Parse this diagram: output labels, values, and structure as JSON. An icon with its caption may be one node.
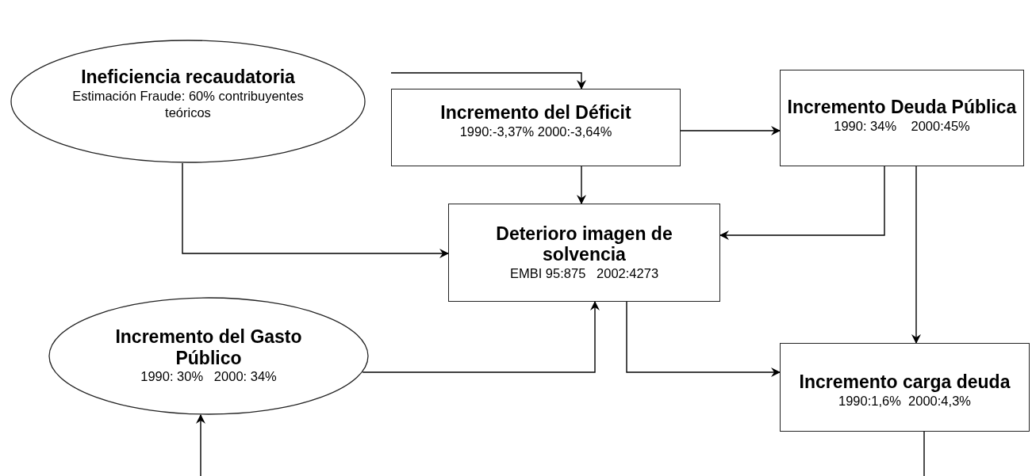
{
  "diagram": {
    "nodes": [
      {
        "text": [
          "Ineficiencia recaudatoria",
          "Estimación Fraude: 60% contribuyentes teóricos"
        ]
      },
      {
        "text": [
          "Incremento del Déficit",
          "1990:-3,37% 2000:-3,64%"
        ]
      },
      {
        "text": [
          "Incremento Deuda Pública",
          "1990: 34%    2000:45%"
        ]
      },
      {
        "text": [
          "Deterioro imagen de solvencia",
          "EMBI 95:875   2002:4273"
        ]
      },
      {
        "text": [
          "Incremento del Gasto Público",
          "1990: 30%   2000: 34%"
        ]
      },
      {
        "text": [
          "Incremento carga deuda",
          "1990:1,6%  2000:4,3%"
        ]
      }
    ],
    "edges": [
      {
        "from": null,
        "to": 1,
        "arrow": "to"
      },
      {
        "from": 1,
        "to": 2,
        "arrow": "to"
      },
      {
        "from": 1,
        "to": 3,
        "arrow": "to"
      },
      {
        "from": 0,
        "to": 3,
        "arrow": "to"
      },
      {
        "from": 2,
        "to": 3,
        "arrow": "to"
      },
      {
        "from": 2,
        "to": 5,
        "arrow": "to"
      },
      {
        "from": 4,
        "to": 3,
        "arrow": "to"
      },
      {
        "from": 3,
        "to": 5,
        "arrow": "to"
      },
      {
        "from": null,
        "to": 4,
        "arrow": "to"
      },
      {
        "from": 5,
        "to": null,
        "arrow": "none"
      }
    ]
  }
}
